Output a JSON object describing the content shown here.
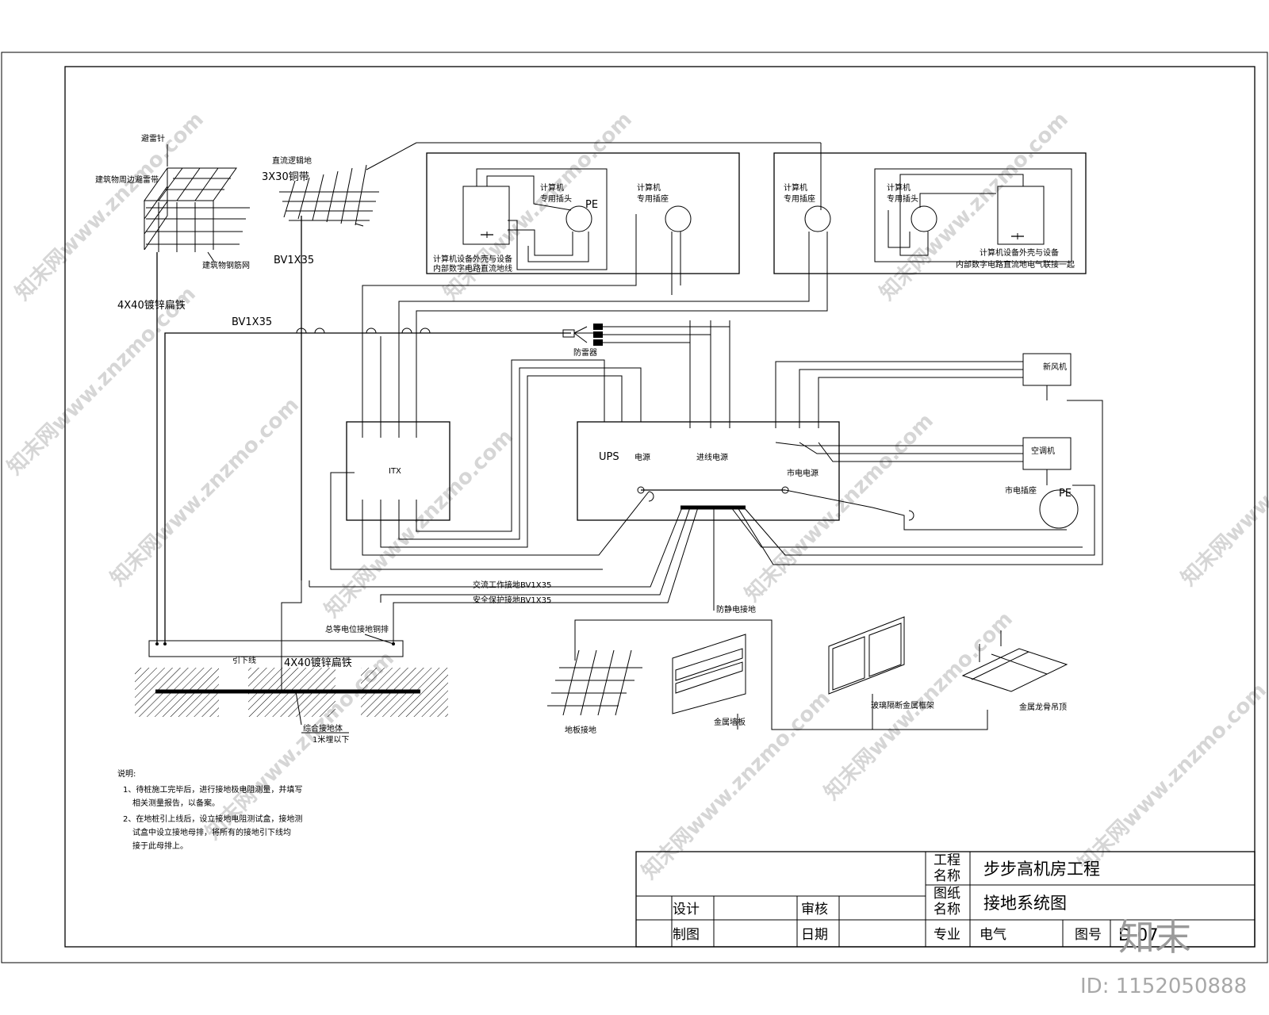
{
  "labels": {
    "lightning_rod": "避雷针",
    "building_strip": "建筑物周边避雷带",
    "building_rebar": "建筑物钢筋网",
    "flat_steel_main": "4X40镀锌扁铁",
    "dc_ground": "直流逻辑地",
    "copper_strip": "3X30铜带",
    "bv_vertical": "BV1X35",
    "bv_horizontal": "BV1X35",
    "pc_equipment_left": "计算机设备外壳与设备",
    "pc_equipment_left_2": "内部数字电路直流地线",
    "pc_plug_left": "计算机",
    "pc_plug_left_2": "专用插头",
    "pc_socket_1": "计算机",
    "pc_socket_1b": "专用插座",
    "pc_socket_2": "计算机",
    "pc_socket_2b": "专用插座",
    "pc_plug_right": "计算机",
    "pc_plug_right_2": "专用插头",
    "pc_equipment_right": "计算机设备外壳与设备",
    "pc_equipment_right_2": "内部数字电路直流地电气联接一起",
    "pe": "PE",
    "surge_arrester": "防雷器",
    "ups": "UPS",
    "power": "电源",
    "incoming_power": "进线电源",
    "mains_power": "市电电源",
    "fresh_air": "新风机",
    "air_conditioner": "空调机",
    "mains_socket": "市电插座",
    "ac_ground": "交流工作接地BV1X35",
    "safety_ground": "安全保护接地BV1X35",
    "equipotential_bar": "总等电位接地铜排",
    "down_conductor": "引下线",
    "flat_steel_low": "4X40镀锌扁铁",
    "grounding_body": "综合接地体",
    "grounding_depth": "1米埋以下",
    "antistatic": "防静电接地",
    "floor_ground": "地板接地",
    "metal_wall": "金属墙板",
    "glass_partition": "玻璃隔断金属框架",
    "metal_ceiling": "金属龙骨吊顶"
  },
  "notes": {
    "heading": "说明:",
    "item1_line1": "1、待桩施工完毕后，进行接地极电阻测量，并填写",
    "item1_line2": "相关测量报告，以备案。",
    "item2_line1": "2、在地桩引上线后，设立接地电阻测试盒，接地测",
    "item2_line2": "试盒中设立接地母排，将所有的接地引下线均",
    "item2_line3": "接于此母排上。"
  },
  "title_block": {
    "project_label_1": "工程",
    "project_label_2": "名称",
    "project_name": "步步高机房工程",
    "drawing_label_1": "图纸",
    "drawing_label_2": "名称",
    "drawing_name": "接地系统图",
    "design": "设计",
    "review": "审核",
    "draft": "制图",
    "date": "日期",
    "discipline_label": "专业",
    "discipline": "电气",
    "drawing_no_label": "图号",
    "drawing_no": "D-07"
  },
  "watermark": {
    "text": "知末网www.znzmo.com",
    "logo": "知末",
    "id": "ID: 1152050888"
  }
}
